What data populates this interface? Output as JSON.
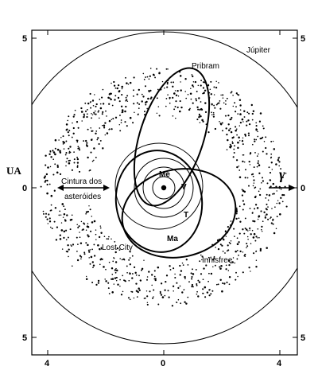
{
  "figure": {
    "axis_unit": "UA",
    "direction_symbol": "γ",
    "axis_ticks": {
      "x_left": "4",
      "x_center": "0",
      "x_right": "4",
      "y_top": "5",
      "y_center": "0",
      "y_bottom": "5"
    },
    "labels": {
      "jupiter": "Júpiter",
      "pribram": "Pribram",
      "asteroid_belt_line1": "Cintura dos",
      "asteroid_belt_line2": "asteróides",
      "mercury": "Me",
      "venus": "V",
      "earth": "T",
      "mars": "Ma",
      "lost_city": "Lost City",
      "innisfree": "Innisfree"
    }
  }
}
